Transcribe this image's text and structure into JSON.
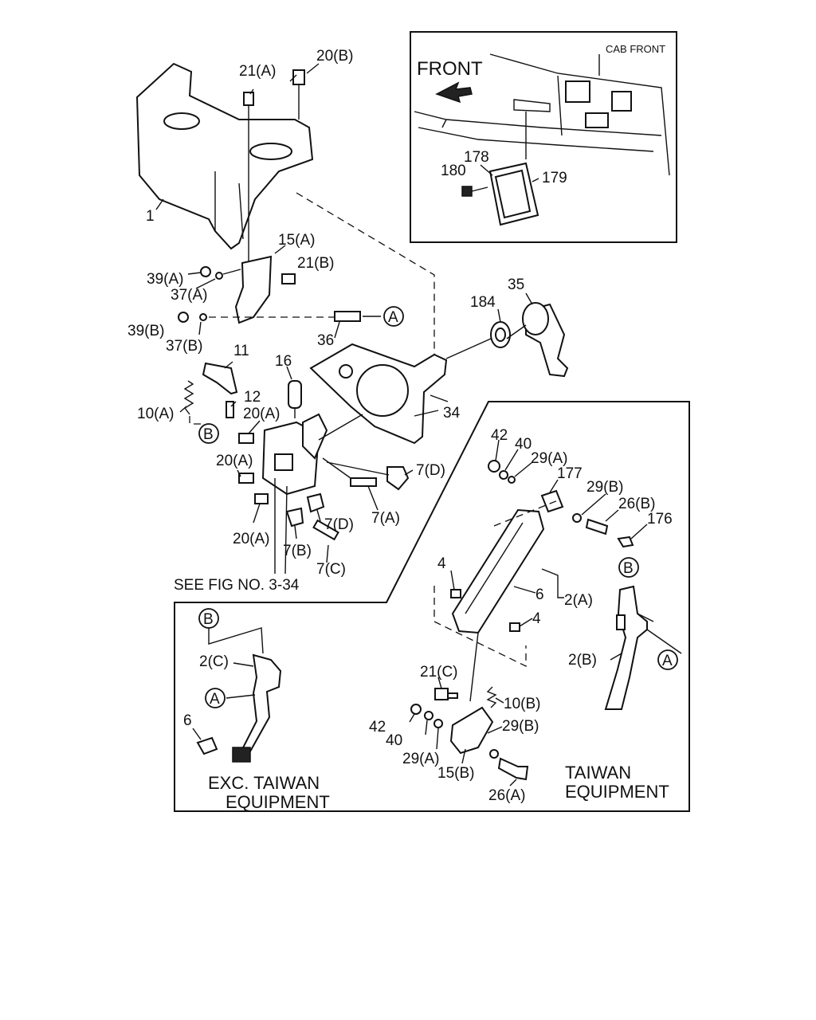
{
  "inset_top_right": {
    "front_label": "FRONT",
    "cab_front_label": "CAB FRONT",
    "callouts": [
      "180",
      "178",
      "179"
    ]
  },
  "main_callouts": {
    "c_20b": "20(B)",
    "c_21a": "21(A)",
    "c_1": "1",
    "c_15a": "15(A)",
    "c_21b": "21(B)",
    "c_39a": "39(A)",
    "c_37a": "37(A)",
    "c_39b": "39(B)",
    "c_37b": "37(B)",
    "c_36": "36",
    "c_11": "11",
    "c_16": "16",
    "c_12": "12",
    "c_10a": "10(A)",
    "c_20a_1": "20(A)",
    "c_20a_2": "20(A)",
    "c_20a_3": "20(A)",
    "c_7d_1": "7(D)",
    "c_7a": "7(A)",
    "c_7d_2": "7(D)",
    "c_7b": "7(B)",
    "c_7c": "7(C)",
    "c_184": "184",
    "c_35": "35",
    "c_34": "34",
    "see_fig": "SEE FIG NO. 3-34"
  },
  "ref_markers": {
    "a": "A",
    "b": "B"
  },
  "taiwan_panel": {
    "c_42_top": "42",
    "c_40_top": "40",
    "c_29a_top": "29(A)",
    "c_177": "177",
    "c_29b_top": "29(B)",
    "c_26b": "26(B)",
    "c_176": "176",
    "c_4_top": "4",
    "c_6": "6",
    "c_2a": "2(A)",
    "c_4_bot": "4",
    "c_2b": "2(B)",
    "c_21c": "21(C)",
    "c_10b": "10(B)",
    "c_42_bot": "42",
    "c_40_bot": "40",
    "c_29b_bot": "29(B)",
    "c_29a_bot": "29(A)",
    "c_15b": "15(B)",
    "c_26a": "26(A)",
    "caption_line1": "TAIWAN",
    "caption_line2": "EQUIPMENT"
  },
  "exc_panel": {
    "c_2c": "2(C)",
    "c_6": "6",
    "caption_line1": "EXC. TAIWAN",
    "caption_line2": "EQUIPMENT"
  }
}
